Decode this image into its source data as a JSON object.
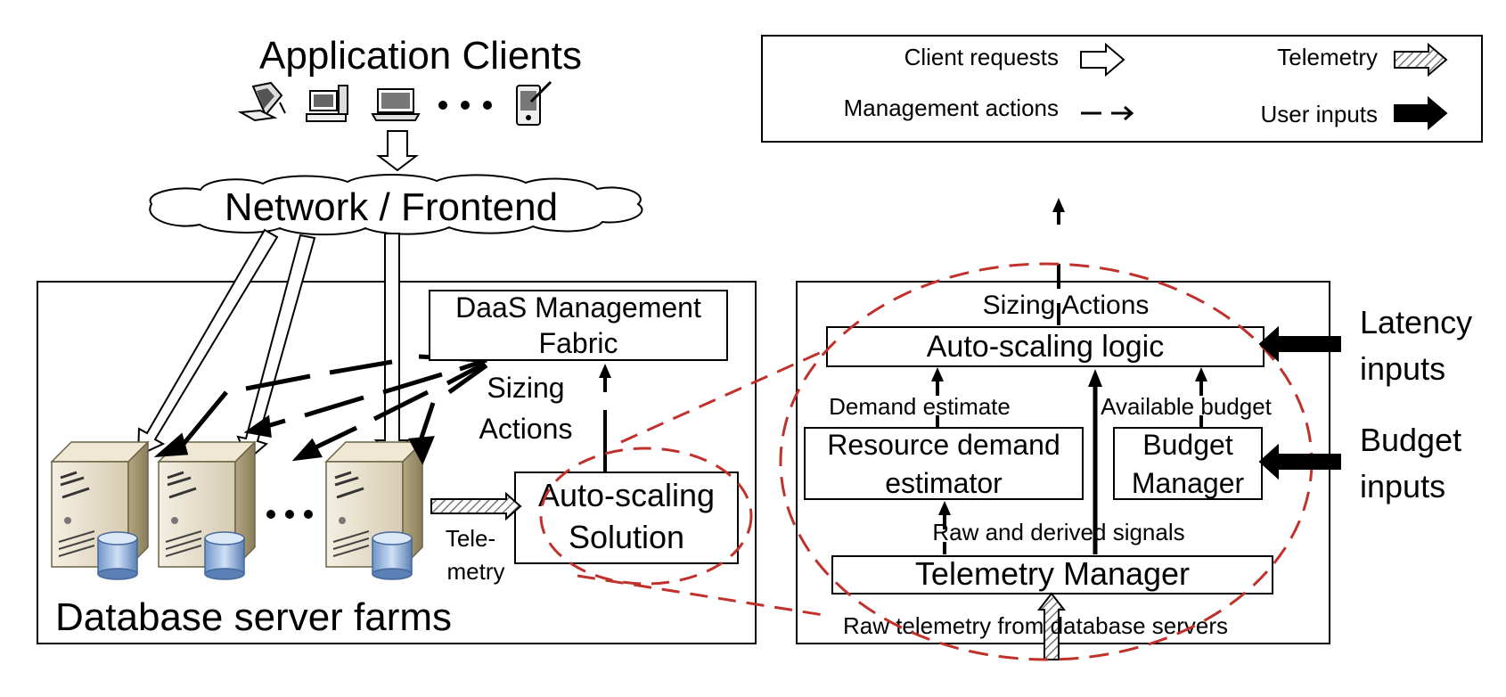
{
  "legend": {
    "client_requests": "Client requests",
    "telemetry": "Telemetry",
    "management_actions": "Management actions",
    "user_inputs": "User inputs"
  },
  "left": {
    "app_clients_title": "Application Clients",
    "network": "Network / Frontend",
    "daas_line1": "DaaS Management",
    "daas_line2": "Fabric",
    "sizing_line1": "Sizing",
    "sizing_line2": "Actions",
    "autoscaling_line1": "Auto-scaling",
    "autoscaling_line2": "Solution",
    "telemetry_line1": "Tele-",
    "telemetry_line2": "metry",
    "farms_label": "Database server farms"
  },
  "right": {
    "sizing_actions": "Sizing Actions",
    "autoscaling_logic": "Auto-scaling logic",
    "demand_estimate": "Demand estimate",
    "available_budget": "Available budget",
    "rde_line1": "Resource demand",
    "rde_line2": "estimator",
    "bm_line1": "Budget",
    "bm_line2": "Manager",
    "signals": "Raw and derived signals",
    "telemetry_manager": "Telemetry Manager",
    "raw_telemetry": "Raw telemetry from database servers",
    "latency_line1": "Latency",
    "latency_line2": "inputs",
    "budget_line1": "Budget",
    "budget_line2": "inputs"
  },
  "icons": [
    "desktop-icon",
    "workstation-icon",
    "laptop-icon",
    "ellipsis-icon",
    "pda-icon",
    "database-server-icon"
  ],
  "colors": {
    "dashed_ellipse": "#c0312b",
    "hatch": "#888888",
    "stroke": "#000000"
  }
}
